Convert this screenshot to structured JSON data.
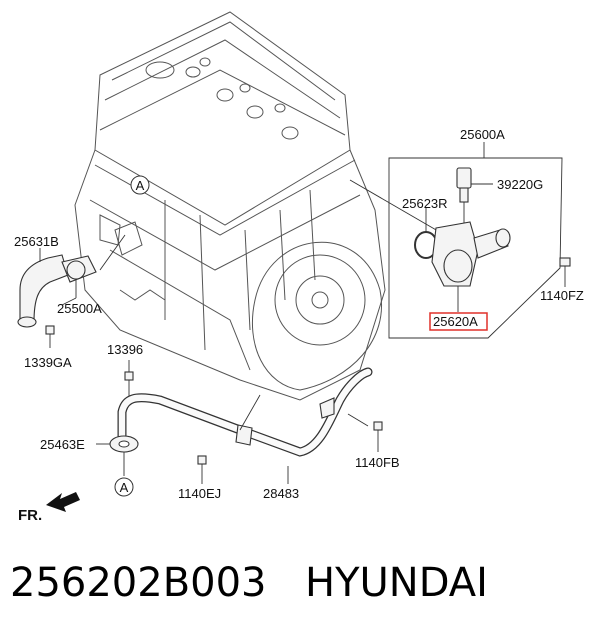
{
  "labels": {
    "p25600A": "25600A",
    "p39220G": "39220G",
    "p25623R": "25623R",
    "p1140FZ": "1140FZ",
    "p25620A": "25620A",
    "p25631B": "25631B",
    "p25500A": "25500A",
    "p1339GA": "1339GA",
    "p13396": "13396",
    "p25463E": "25463E",
    "p1140EJ": "1140EJ",
    "p28483": "28483",
    "p1140FB": "1140FB",
    "refA1": "A",
    "refA2": "A",
    "front": "FR."
  },
  "caption": {
    "part_number": "256202B003",
    "brand": "HYUNDAI"
  },
  "colors": {
    "highlight": "#e0302a",
    "line": "#333333"
  }
}
